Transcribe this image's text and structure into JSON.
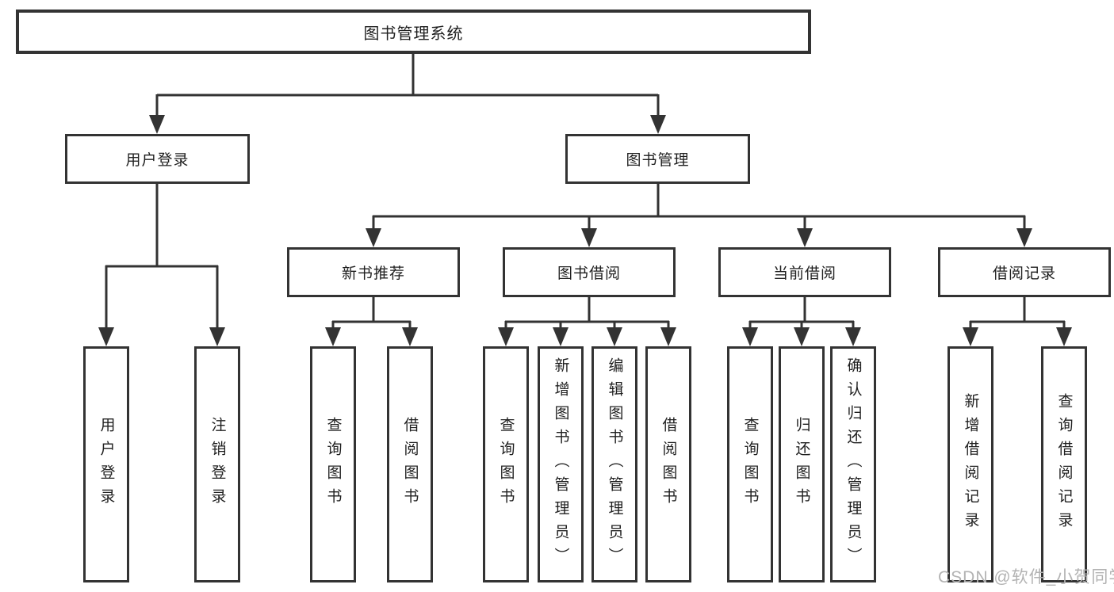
{
  "tree": {
    "label": "图书管理系统",
    "children": [
      {
        "label": "用户登录",
        "children": [
          {
            "label": "用户登录"
          },
          {
            "label": "注销登录"
          }
        ]
      },
      {
        "label": "图书管理",
        "children": [
          {
            "label": "新书推荐",
            "children": [
              {
                "label": "查询图书"
              },
              {
                "label": "借阅图书"
              }
            ]
          },
          {
            "label": "图书借阅",
            "children": [
              {
                "label": "查询图书"
              },
              {
                "label": "新增图书（管理员）"
              },
              {
                "label": "编辑图书（管理员）"
              },
              {
                "label": "借阅图书"
              }
            ]
          },
          {
            "label": "当前借阅",
            "children": [
              {
                "label": "查询图书"
              },
              {
                "label": "归还图书"
              },
              {
                "label": "确认归还（管理员）"
              }
            ]
          },
          {
            "label": "借阅记录",
            "children": [
              {
                "label": "新增借阅记录"
              },
              {
                "label": "查询借阅记录"
              }
            ]
          }
        ]
      }
    ]
  },
  "watermark": {
    "text": "CSDN @软件_小贺同学"
  },
  "colors": {
    "line": "#333333",
    "box_border": "#333333",
    "text": "#1f1f1f",
    "watermark": "#b3b3b3",
    "background": "#ffffff"
  }
}
